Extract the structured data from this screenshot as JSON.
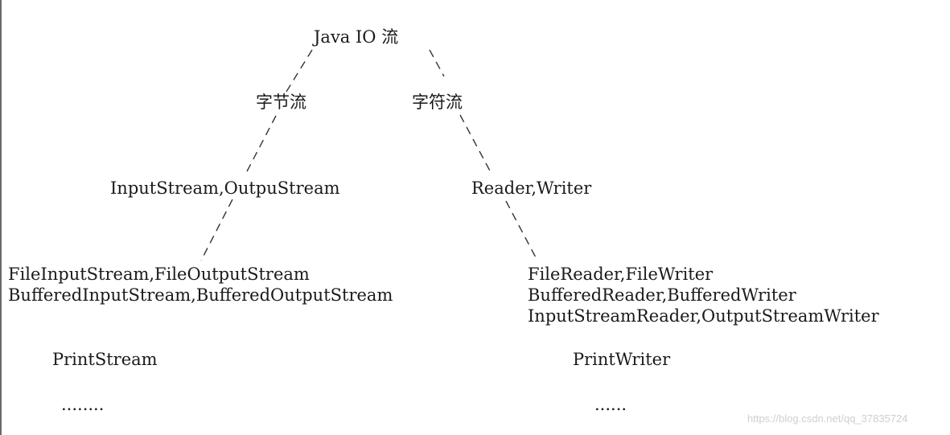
{
  "root": {
    "prefix": "Java IO",
    "suffix": "流"
  },
  "byte_branch": {
    "label": "字节流",
    "base_classes": "InputStream,OutpuStream",
    "impl_line_1": "FileInputStream,FileOutputStream",
    "impl_line_2": "BufferedInputStream,BufferedOutputStream",
    "print_class": "PrintStream",
    "ellipsis": "........"
  },
  "char_branch": {
    "label": "字符流",
    "base_classes": "Reader,Writer",
    "impl_line_1": "FileReader,FileWriter",
    "impl_line_2": "BufferedReader,BufferedWriter",
    "impl_line_3": "InputStreamReader,OutputStreamWriter",
    "print_class": "PrintWriter",
    "ellipsis": "......"
  },
  "watermark": "https://blog.csdn.net/qq_37835724",
  "colors": {
    "text": "#1a1a1a",
    "line": "#333333",
    "watermark": "#cfcfcf",
    "frame": "#6a6a6a"
  }
}
